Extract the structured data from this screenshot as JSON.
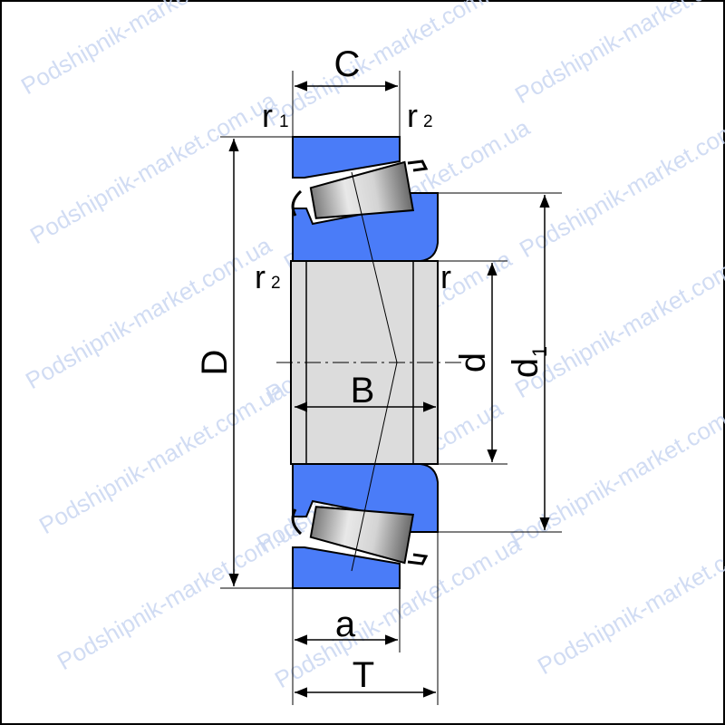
{
  "watermark": "Podshipnik-market.com.ua",
  "colors": {
    "ring": "#4a7cf8",
    "line": "#000000",
    "bore": "#dcdcdc",
    "roller": "#c8c8c8",
    "watermark": "#c9d7f2",
    "border": "#000000"
  },
  "labels": {
    "C": "C",
    "B": "B",
    "D": "D",
    "d": "d",
    "d1": "d",
    "d1_sub": "1",
    "a": "a",
    "T": "T",
    "r": "r",
    "sub1": "1",
    "sub2": "2"
  }
}
